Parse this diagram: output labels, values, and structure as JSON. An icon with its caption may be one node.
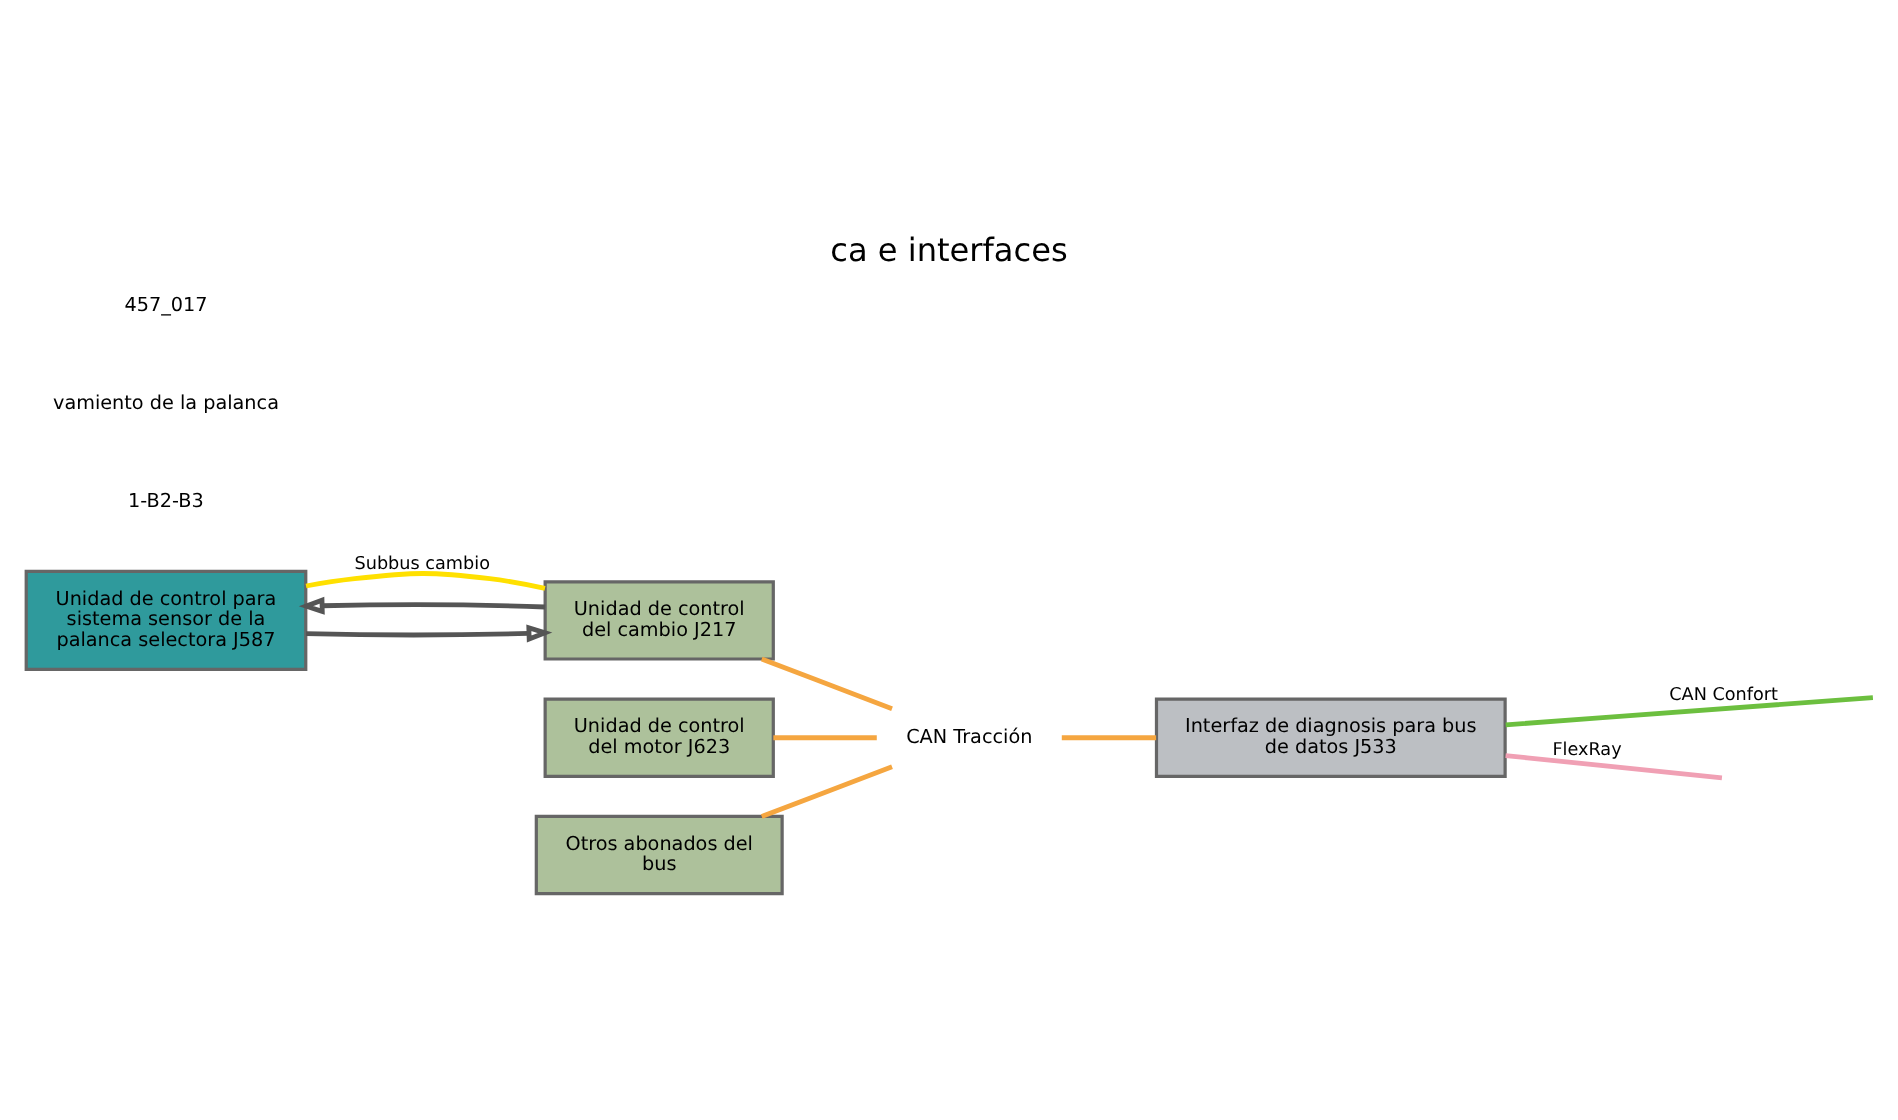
{
  "diagram": {
    "title": "ca e interfaces",
    "nodes": [
      {
        "text": [
          "Unidad de control para sistema sensor de la palanca selectora J587"
        ]
      },
      {
        "text": [
          "Unidad de control del motor J623"
        ]
      },
      {
        "text": [
          "Unidad de control del cambio J217"
        ]
      },
      {
        "text": [
          "Otros abonados del bus"
        ]
      },
      {
        "text": [
          "Interfaz de diagnosis para bus de datos J533"
        ]
      },
      {
        "text": [
          "CAN Tracción"
        ]
      }
    ],
    "edges": [
      {
        "from": 0,
        "to": 2,
        "arrow": "none",
        "label": "Subbus cambio",
        "color": "#ffe000"
      },
      {
        "from": 0,
        "to": 2,
        "arrow": "to",
        "color": "#555555"
      },
      {
        "from": 2,
        "to": 0,
        "arrow": "to",
        "color": "#555555"
      },
      {
        "from": 1,
        "to": 5,
        "arrow": "none",
        "color": "#f5a640"
      },
      {
        "from": 2,
        "to": 5,
        "arrow": "none",
        "color": "#f5a640"
      },
      {
        "from": 3,
        "to": 5,
        "arrow": "none",
        "color": "#f5a640"
      },
      {
        "from": 5,
        "to": 4,
        "arrow": "none",
        "color": "#f5a640"
      },
      {
        "from": 4,
        "to": null,
        "arrow": "none",
        "label": "CAN Confort",
        "color": "#6cbf3f"
      },
      {
        "from": 4,
        "to": null,
        "arrow": "none",
        "label": "FlexRay",
        "color": "#f0a0b4"
      }
    ],
    "labels": [
      "1-B2-B3",
      "vamiento de la palanca",
      "457_017"
    ]
  }
}
